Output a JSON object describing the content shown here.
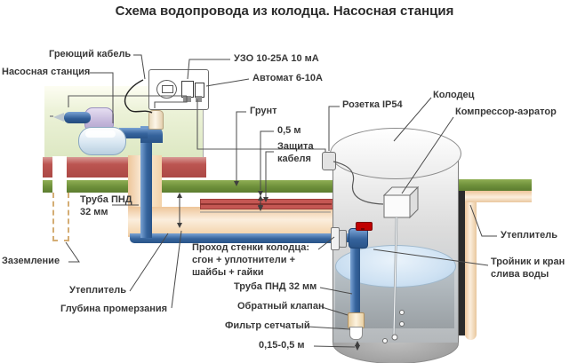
{
  "title": "Схема водопровода из колодца. Насосная станция",
  "labels": {
    "heating_cable": "Греющий кабель",
    "pump_station": "Насосная станция",
    "rcd": "УЗО 10-25А 10 мА",
    "circuit_breaker": "Автомат 6-10А",
    "soil": "Грунт",
    "cable_depth": "0,5 м",
    "cable_protection": "Защита кабеля",
    "socket": "Розетка IP54",
    "well": "Колодец",
    "compressor": "Компрессор-аэратор",
    "pipe_hdpe_left": "Труба ПНД 32 мм",
    "grounding": "Заземление",
    "insulation_left": "Утеплитель",
    "freezing_depth": "Глубина промерзания",
    "wall_passage": "Проход стенки колодца: сгон + уплотнители + шайбы + гайки",
    "pipe_hdpe_well": "Труба ПНД 32 мм",
    "check_valve": "Обратный клапан",
    "strainer": "Фильтр сетчатый",
    "bottom_clearance": "0,15-0,5 м",
    "insulation_right": "Утеплитель",
    "drain_tee": "Тройник и кран слива воды"
  },
  "colors": {
    "pipe_blue": "#35639c",
    "ground_green": "#6d8f3a",
    "foundation_red": "#b84e4a",
    "insulation_beige": "#f3d2a8",
    "cable_conduit_red": "#c55753",
    "valve_handle_red": "#c00000",
    "house_interior_green": "#dde8c3"
  }
}
